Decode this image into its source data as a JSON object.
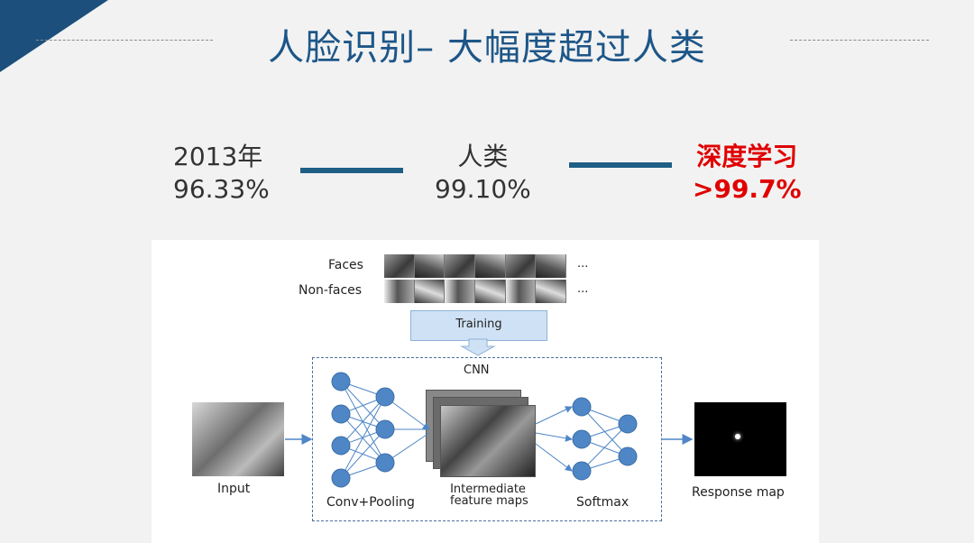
{
  "slide": {
    "title": "人脸识别– 大幅度超过人类",
    "colors": {
      "title": "#1d5688",
      "accent_red": "#e00000",
      "corner": "#1c4f7c",
      "bar": "#1f5f86"
    }
  },
  "comparison": {
    "left": {
      "line1": "2013年",
      "line2": "96.33%"
    },
    "middle": {
      "line1": "人类",
      "line2": "99.10%"
    },
    "right": {
      "line1": "深度学习",
      "line2": ">99.7%"
    }
  },
  "diagram": {
    "faces_label": "Faces",
    "nonfaces_label": "Non-faces",
    "ellipsis": "...",
    "training_label": "Training",
    "cnn_label": "CNN",
    "input_label": "Input",
    "conv_label": "Conv+Pooling",
    "intermediate_line1": "Intermediate",
    "intermediate_line2": "feature maps",
    "softmax_label": "Softmax",
    "response_label": "Response map"
  }
}
